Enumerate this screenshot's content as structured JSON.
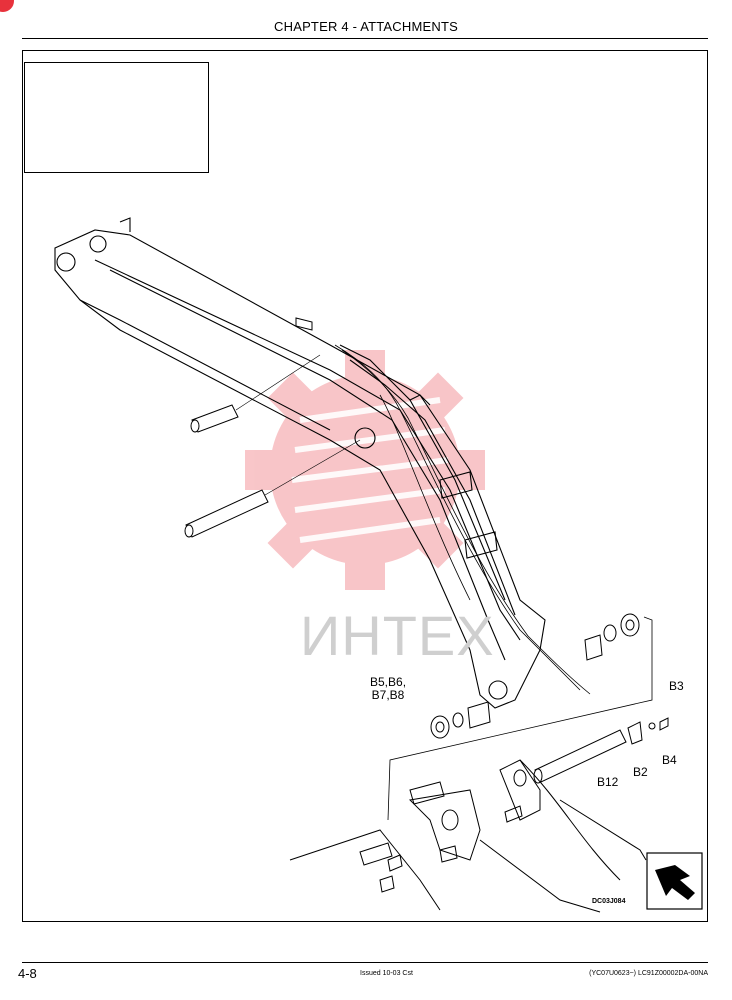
{
  "header": {
    "title": "CHAPTER 4 - ATTACHMENTS"
  },
  "watermark": {
    "text": "ИНТЕХ",
    "color": "#e8323c"
  },
  "figure": {
    "callouts": {
      "b5_b8_line1": "B5,B6,",
      "b5_b8_line2": "B7,B8",
      "b3": "B3",
      "b4": "B4",
      "b2": "B2",
      "b12": "B12"
    },
    "figure_code": "DC03J084"
  },
  "footer": {
    "page_number": "4-8",
    "issued": "Issued 10-03   Cst",
    "doc_code": "(YC07U0623~)   LC91Z00002DA-00NA"
  }
}
